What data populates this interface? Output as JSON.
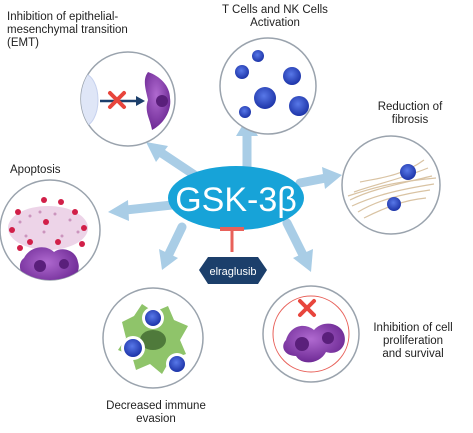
{
  "center": {
    "label": "GSK-3β"
  },
  "inhibitor": {
    "label": "elraglusib"
  },
  "nodes": {
    "emt": {
      "label_lines": [
        "Inhibition of epithelial-",
        "mesenchymal transition",
        "(EMT)"
      ]
    },
    "tcell": {
      "label_lines": [
        "T Cells and NK Cells",
        "Activation"
      ]
    },
    "fibrosis": {
      "label_lines": [
        "Reduction of",
        "fibrosis"
      ]
    },
    "apoptosis": {
      "label_lines": [
        "Apoptosis"
      ]
    },
    "proliferation": {
      "label_lines": [
        "Inhibition of cell",
        "proliferation",
        "and survival"
      ]
    },
    "immune": {
      "label_lines": [
        "Decreased immune",
        "evasion"
      ]
    }
  },
  "colors": {
    "center_fill": "#17a3d8",
    "arrow": "#a9cde6",
    "inhibition": "#e8615a",
    "inhibitor_fill": "#1c3f6b",
    "cell_blue": "#2b4cc9",
    "cell_purple": "#8a3fae",
    "red_x": "#e8453c",
    "circle_stroke": "#9aa3ad"
  }
}
